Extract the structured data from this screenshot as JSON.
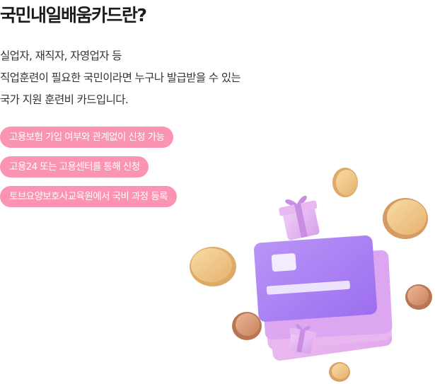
{
  "page": {
    "title": "국민내일배움카드란?",
    "description": [
      "실업자, 재직자, 자영업자 등",
      "직업훈련이 필요한 국민이라면 누구나 발급받을 수 있는",
      "국가 지원 훈련비 카드입니다."
    ],
    "tags": [
      "고용보험 가입 여부와 관계없이 신청 가능",
      "고용24 또는 고용센터를 통해 신청",
      "토브요양보호사교육원에서 국비 과정 등록"
    ]
  },
  "colors": {
    "tag_bg": "#fb94b3",
    "card_purple": "#b48cf5",
    "coin_gold": "#f2c989",
    "coin_copper": "#d89a78",
    "gift_pink": "#e3b3f0"
  },
  "illustration": {
    "name": "card-with-coins-and-gifts"
  }
}
